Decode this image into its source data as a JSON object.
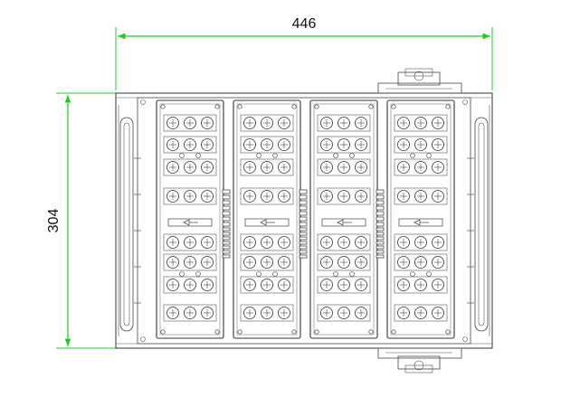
{
  "dimensions": {
    "width_label": "446",
    "height_label": "304",
    "line_color": "#22cc22"
  },
  "modules": [
    {
      "id": "module-1"
    },
    {
      "id": "module-2"
    },
    {
      "id": "module-3"
    },
    {
      "id": "module-4"
    }
  ]
}
